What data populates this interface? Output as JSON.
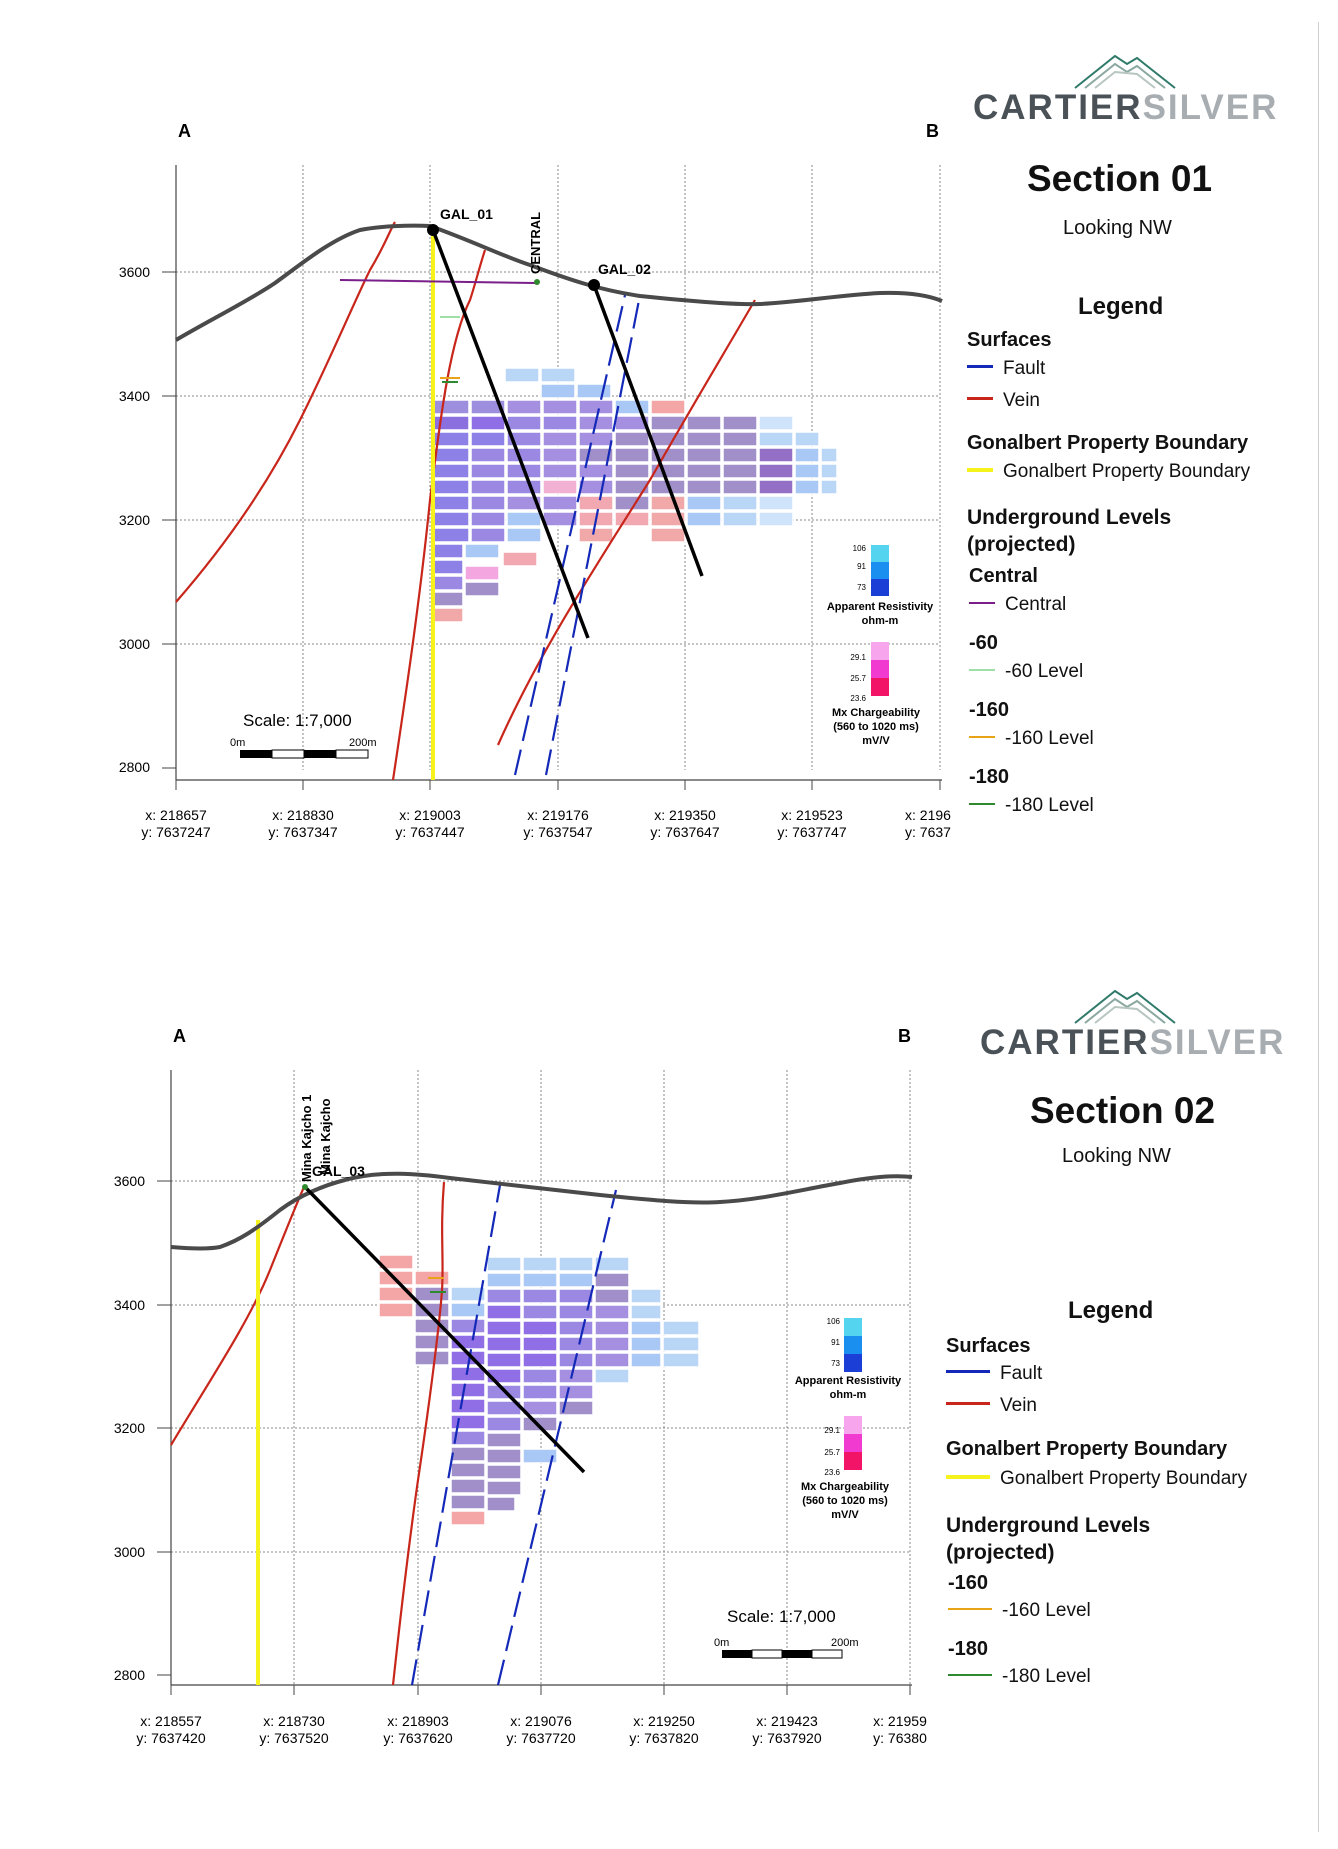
{
  "logo": {
    "text_dark": "CARTIER",
    "text_light": "SILVER"
  },
  "colors": {
    "fault": "#1429b8",
    "vein": "#c8261b",
    "boundary": "#f5f21c",
    "central": "#7a1f8a",
    "level_60": "#9fe0a8",
    "level_160": "#e8a317",
    "level_180": "#2f8a2f",
    "topography": "#4a4a4a",
    "drillhole": "#000000"
  },
  "sections": [
    {
      "title": "Section 01",
      "subtitle": "Looking NW",
      "end_label_left": "A",
      "end_label_right": "B",
      "scale_text": "Scale: 1:7,000",
      "scale_start": "0m",
      "scale_end": "200m",
      "y_ticks": [
        "3600",
        "3400",
        "3200",
        "3000",
        "2800"
      ],
      "x_ticks": [
        {
          "x": "x: 218657",
          "y": "y: 7637247"
        },
        {
          "x": "x: 218830",
          "y": "y: 7637347"
        },
        {
          "x": "x: 219003",
          "y": "y: 7637447"
        },
        {
          "x": "x: 219176",
          "y": "y: 7637547"
        },
        {
          "x": "x: 219350",
          "y": "y: 7637647"
        },
        {
          "x": "x: 219523",
          "y": "y: 7637747"
        },
        {
          "x": "x: 2196",
          "y": "y: 7637"
        }
      ],
      "drillholes": [
        "GAL_01",
        "GAL_02"
      ],
      "workings": [
        "CENTRAL"
      ],
      "resistivity": {
        "ticks": [
          "106",
          "91",
          "73"
        ],
        "title": "Apparent Resistivity",
        "unit": "ohm-m"
      },
      "chargeability": {
        "ticks": [
          "29.1",
          "25.7",
          "23.6"
        ],
        "title": "Mx Chargeability",
        "window": "(560 to 1020 ms)",
        "unit": "mV/V"
      },
      "legend": {
        "title": "Legend",
        "surfaces_head": "Surfaces",
        "fault": "Fault",
        "vein": "Vein",
        "boundary_head": "Gonalbert Property Boundary",
        "boundary": "Gonalbert Property Boundary",
        "levels_head": "Underground Levels (projected)",
        "levels_head_1": "Underground Levels",
        "levels_head_2": "(projected)",
        "central_head": "Central",
        "central": "Central",
        "l60_head": "-60",
        "l60": "-60 Level",
        "l160_head": "-160",
        "l160": "-160 Level",
        "l180_head": "-180",
        "l180": "-180 Level"
      }
    },
    {
      "title": "Section 02",
      "subtitle": "Looking NW",
      "end_label_left": "A",
      "end_label_right": "B",
      "scale_text": "Scale: 1:7,000",
      "scale_start": "0m",
      "scale_end": "200m",
      "y_ticks": [
        "3600",
        "3400",
        "3200",
        "3000",
        "2800"
      ],
      "x_ticks": [
        {
          "x": "x: 218557",
          "y": "y: 7637420"
        },
        {
          "x": "x: 218730",
          "y": "y: 7637520"
        },
        {
          "x": "x: 218903",
          "y": "y: 7637620"
        },
        {
          "x": "x: 219076",
          "y": "y: 7637720"
        },
        {
          "x": "x: 219250",
          "y": "y: 7637820"
        },
        {
          "x": "x: 219423",
          "y": "y: 7637920"
        },
        {
          "x": "x: 21959",
          "y": "y: 76380"
        }
      ],
      "drillholes": [
        "GAL_03"
      ],
      "workings": [
        "Mina Kajcho 1",
        "Mina Kajcho"
      ],
      "resistivity": {
        "ticks": [
          "106",
          "91",
          "73"
        ],
        "title": "Apparent Resistivity",
        "unit": "ohm-m"
      },
      "chargeability": {
        "ticks": [
          "29.1",
          "25.7",
          "23.6"
        ],
        "title": "Mx Chargeability",
        "window": "(560 to 1020 ms)",
        "unit": "mV/V"
      },
      "legend": {
        "title": "Legend",
        "surfaces_head": "Surfaces",
        "fault": "Fault",
        "vein": "Vein",
        "boundary_head": "Gonalbert Property Boundary",
        "boundary": "Gonalbert Property Boundary",
        "levels_head_1": "Underground Levels",
        "levels_head_2": "(projected)",
        "l160_head": "-160",
        "l160": "-160 Level",
        "l180_head": "-180",
        "l180": "-180 Level"
      }
    }
  ]
}
